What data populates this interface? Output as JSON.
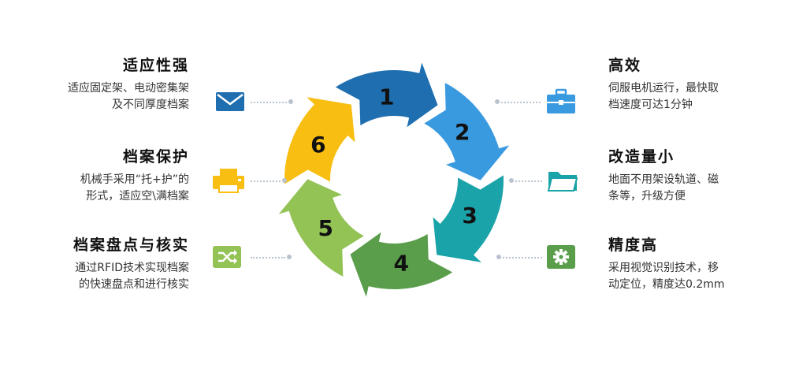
{
  "cycle": {
    "segments": [
      {
        "number": "1",
        "color": "#1f6fb0"
      },
      {
        "number": "2",
        "color": "#3a9ae0"
      },
      {
        "number": "3",
        "color": "#1aa3a8"
      },
      {
        "number": "4",
        "color": "#5a9e4c"
      },
      {
        "number": "5",
        "color": "#93c255"
      },
      {
        "number": "6",
        "color": "#f8be12"
      }
    ]
  },
  "features": {
    "left": [
      {
        "title": "适应性强",
        "lines": [
          "适应固定架、电动密集架",
          "及不同厚度档案"
        ],
        "icon": "envelope-icon",
        "color": "#1f6fb0"
      },
      {
        "title": "档案保护",
        "lines": [
          "机械手采用“托+护”的",
          "形式，适应空\\满档案"
        ],
        "icon": "printer-icon",
        "color": "#f8be12"
      },
      {
        "title": "档案盘点与核实",
        "lines": [
          "通过RFID技术实现档案",
          "的快速盘点和进行核实"
        ],
        "icon": "shuffle-icon",
        "color": "#93c255"
      }
    ],
    "right": [
      {
        "title": "高效",
        "lines": [
          "伺服电机运行，最快取",
          "档速度可达1分钟"
        ],
        "icon": "briefcase-icon",
        "color": "#3a9ae0"
      },
      {
        "title": "改造量小",
        "lines": [
          "地面不用架设轨道、磁",
          "条等，升级方便"
        ],
        "icon": "folder-icon",
        "color": "#1aa3a8"
      },
      {
        "title": "精度高",
        "lines": [
          "采用视觉识别技术，移",
          "动定位，精度达0.2mm"
        ],
        "icon": "gear-icon",
        "color": "#5a9e4c"
      }
    ]
  }
}
